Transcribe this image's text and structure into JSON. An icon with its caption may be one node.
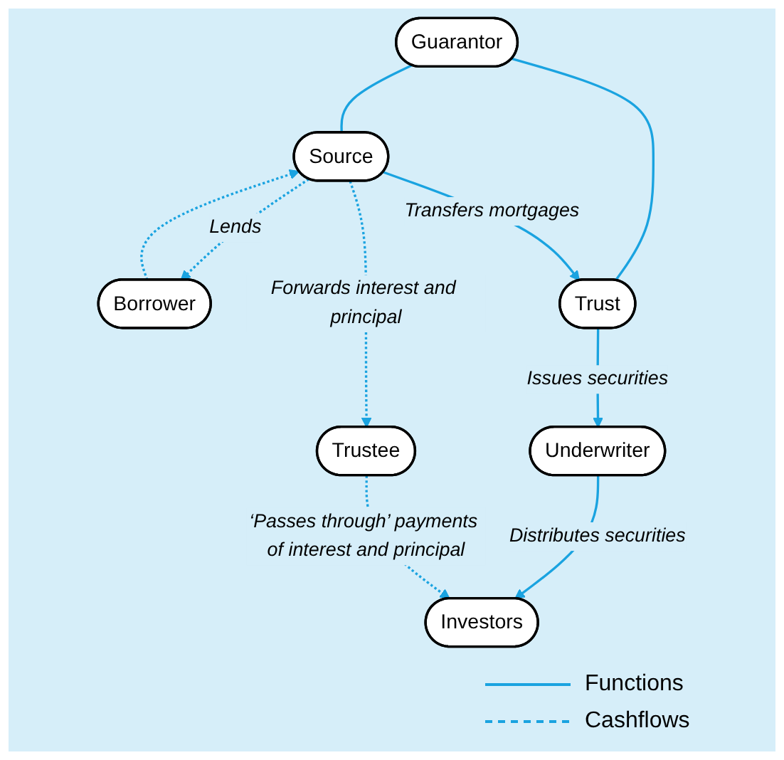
{
  "diagram": {
    "nodes": [
      {
        "text": [
          "Source"
        ]
      },
      {
        "text": [
          "Borrower"
        ]
      },
      {
        "text": [
          "Guarantor"
        ]
      },
      {
        "text": [
          "Trust"
        ]
      },
      {
        "text": [
          "Trustee"
        ]
      },
      {
        "text": [
          "Underwriter"
        ]
      },
      {
        "text": [
          "Investors"
        ]
      }
    ],
    "edges": [
      {
        "from": 0,
        "to": 1,
        "arrow": "to",
        "style": "dashed",
        "label": "Lends"
      },
      {
        "from": 1,
        "to": 0,
        "arrow": "to",
        "style": "dashed"
      },
      {
        "from": 2,
        "to": 0,
        "arrow": "none"
      },
      {
        "from": 2,
        "to": 3,
        "arrow": "none"
      },
      {
        "from": 0,
        "to": 3,
        "arrow": "to",
        "label": "Transfers mortgages"
      },
      {
        "from": 0,
        "to": 4,
        "arrow": "to",
        "style": "dashed",
        "label": "Forwards interest and principal"
      },
      {
        "from": 3,
        "to": 5,
        "arrow": "to",
        "label": "Issues securities"
      },
      {
        "from": 5,
        "to": 6,
        "arrow": "to",
        "label": "Distributes securities"
      },
      {
        "from": 4,
        "to": 6,
        "arrow": "to",
        "style": "dashed",
        "label": "‘Passes through’ payments of interest and principal"
      }
    ],
    "legend": [
      {
        "text": "Functions"
      },
      {
        "text": "Cashflows"
      }
    ]
  }
}
